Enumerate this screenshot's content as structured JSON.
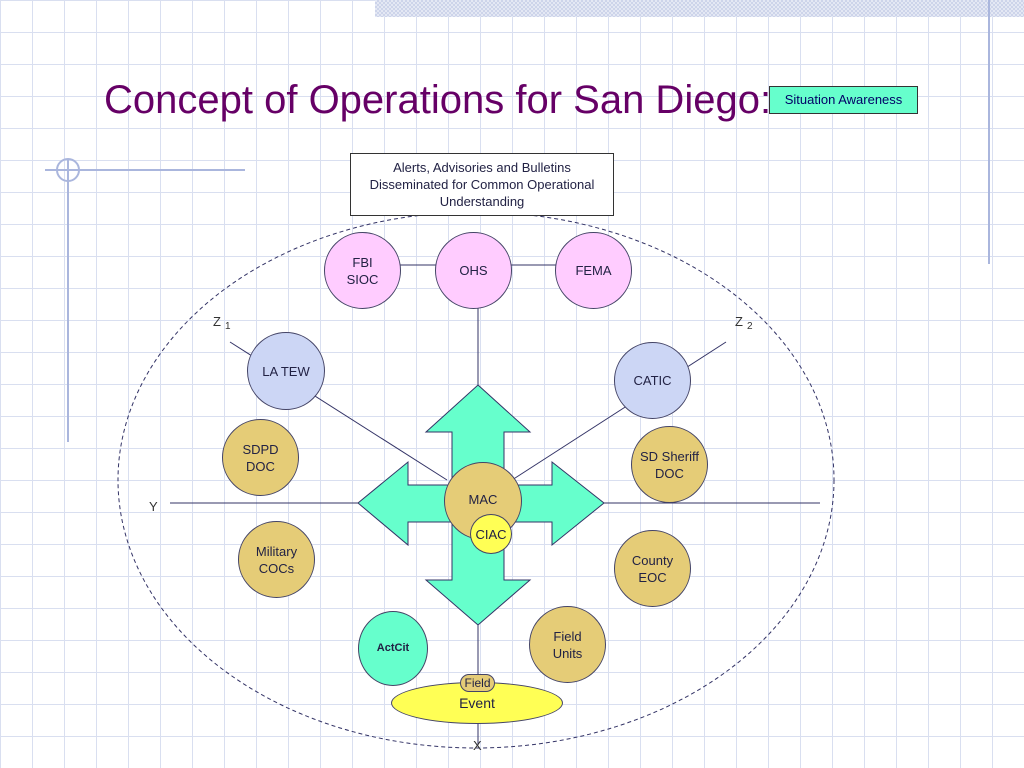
{
  "title": "Concept of Operations for San Diego:",
  "badge": "Situation Awareness",
  "alert_box": "Alerts, Advisories and Bulletins\nDisseminated for Common Operational\nUnderstanding",
  "nodes": {
    "fbi_sioc": "FBI\nSIOC",
    "ohs": "OHS",
    "fema": "FEMA",
    "la_tew": "LA TEW",
    "catic": "CATIC",
    "sdpd_doc": "SDPD\nDOC",
    "sd_sheriff_doc": "SD Sheriff\nDOC",
    "military_cocs": "Military\nCOCs",
    "county_eoc": "County\nEOC",
    "actcit": "ActCit",
    "field_units": "Field\nUnits",
    "mac": "MAC",
    "ciac": "CIAC",
    "field": "Field",
    "event": "Event"
  },
  "axes": {
    "z1": "Z",
    "z1_sub": "1",
    "z2": "Z",
    "z2_sub": "2",
    "y": "Y",
    "x": "X"
  },
  "colors": {
    "title": "#660066",
    "badge_fill": "#66ffcc",
    "arrow_fill": "#66ffcc",
    "agency_fill": "#ffccff",
    "regional_fill": "#ccd6f5",
    "local_fill": "#e5cc77",
    "ciac_fill": "#ffff55"
  }
}
